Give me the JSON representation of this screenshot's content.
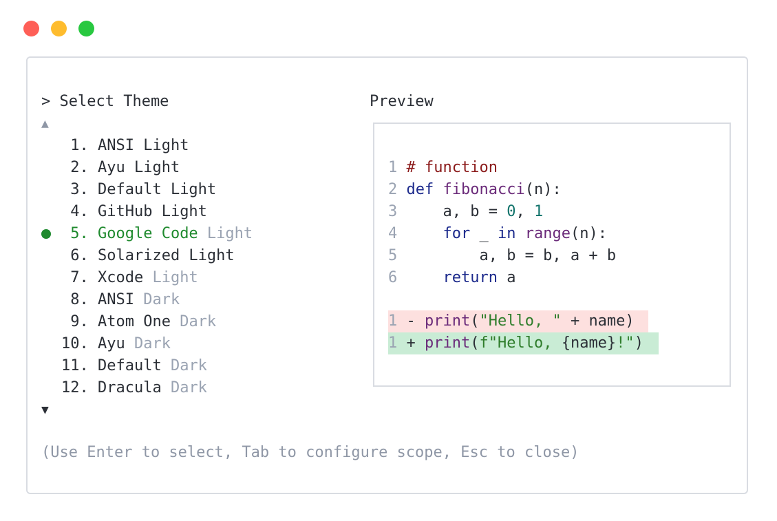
{
  "window": {
    "controls": [
      "close",
      "minimize",
      "maximize"
    ]
  },
  "dialog": {
    "title": "> Select Theme",
    "preview_label": "Preview",
    "scroll_up": "▲",
    "scroll_down": "▼",
    "hint": "(Use Enter to select, Tab to configure scope, Esc to close)"
  },
  "themes": [
    {
      "num": "1.",
      "name": "ANSI Light",
      "suffix": ""
    },
    {
      "num": "2.",
      "name": "Ayu Light",
      "suffix": ""
    },
    {
      "num": "3.",
      "name": "Default Light",
      "suffix": ""
    },
    {
      "num": "4.",
      "name": "GitHub Light",
      "suffix": ""
    },
    {
      "num": "5.",
      "name": "Google Code",
      "suffix": "Light"
    },
    {
      "num": "6.",
      "name": "Solarized Light",
      "suffix": ""
    },
    {
      "num": "7.",
      "name": "Xcode",
      "suffix": "Light"
    },
    {
      "num": "8.",
      "name": "ANSI",
      "suffix": "Dark"
    },
    {
      "num": "9.",
      "name": "Atom One",
      "suffix": "Dark"
    },
    {
      "num": "10.",
      "name": "Ayu",
      "suffix": "Dark"
    },
    {
      "num": "11.",
      "name": "Default",
      "suffix": "Dark"
    },
    {
      "num": "12.",
      "name": "Dracula",
      "suffix": "Dark"
    }
  ],
  "selected_index": 4,
  "colors": {
    "selected": "#1f8a2e",
    "diff_removed_bg": "#fde0df",
    "diff_added_bg": "#c9ecd5"
  },
  "preview": {
    "lines": [
      {
        "ln": "1",
        "parts": [
          {
            "cls": "c-comment",
            "text": "# function"
          }
        ]
      },
      {
        "ln": "2",
        "parts": [
          {
            "cls": "c-kw",
            "text": "def "
          },
          {
            "cls": "c-fn",
            "text": "fibonacci"
          },
          {
            "cls": "c-plain",
            "text": "(n):"
          }
        ]
      },
      {
        "ln": "3",
        "parts": [
          {
            "cls": "c-plain",
            "text": "    a, b = "
          },
          {
            "cls": "c-num",
            "text": "0"
          },
          {
            "cls": "c-plain",
            "text": ", "
          },
          {
            "cls": "c-num",
            "text": "1"
          }
        ]
      },
      {
        "ln": "4",
        "parts": [
          {
            "cls": "c-plain",
            "text": "    "
          },
          {
            "cls": "c-kw",
            "text": "for"
          },
          {
            "cls": "c-plain",
            "text": " _ "
          },
          {
            "cls": "c-kw",
            "text": "in"
          },
          {
            "cls": "c-plain",
            "text": " "
          },
          {
            "cls": "c-fn",
            "text": "range"
          },
          {
            "cls": "c-plain",
            "text": "(n):"
          }
        ]
      },
      {
        "ln": "5",
        "parts": [
          {
            "cls": "c-plain",
            "text": "        a, b = b, a + b"
          }
        ]
      },
      {
        "ln": "6",
        "parts": [
          {
            "cls": "c-plain",
            "text": "    "
          },
          {
            "cls": "c-kw",
            "text": "return"
          },
          {
            "cls": "c-plain",
            "text": " a"
          }
        ]
      }
    ],
    "diff": [
      {
        "ln": "1",
        "parts": [
          {
            "cls": "c-plain",
            "text": "- "
          },
          {
            "cls": "c-fn",
            "text": "print"
          },
          {
            "cls": "c-plain",
            "text": "("
          },
          {
            "cls": "c-str",
            "text": "\"Hello, \""
          },
          {
            "cls": "c-plain",
            "text": " + name)"
          }
        ]
      },
      {
        "ln": "1",
        "parts": [
          {
            "cls": "c-plain",
            "text": "+ "
          },
          {
            "cls": "c-fn",
            "text": "print"
          },
          {
            "cls": "c-plain",
            "text": "("
          },
          {
            "cls": "c-str",
            "text": "f\"Hello, "
          },
          {
            "cls": "c-plain",
            "text": "{name}"
          },
          {
            "cls": "c-str",
            "text": "!\""
          },
          {
            "cls": "c-plain",
            "text": ")"
          }
        ]
      }
    ]
  }
}
